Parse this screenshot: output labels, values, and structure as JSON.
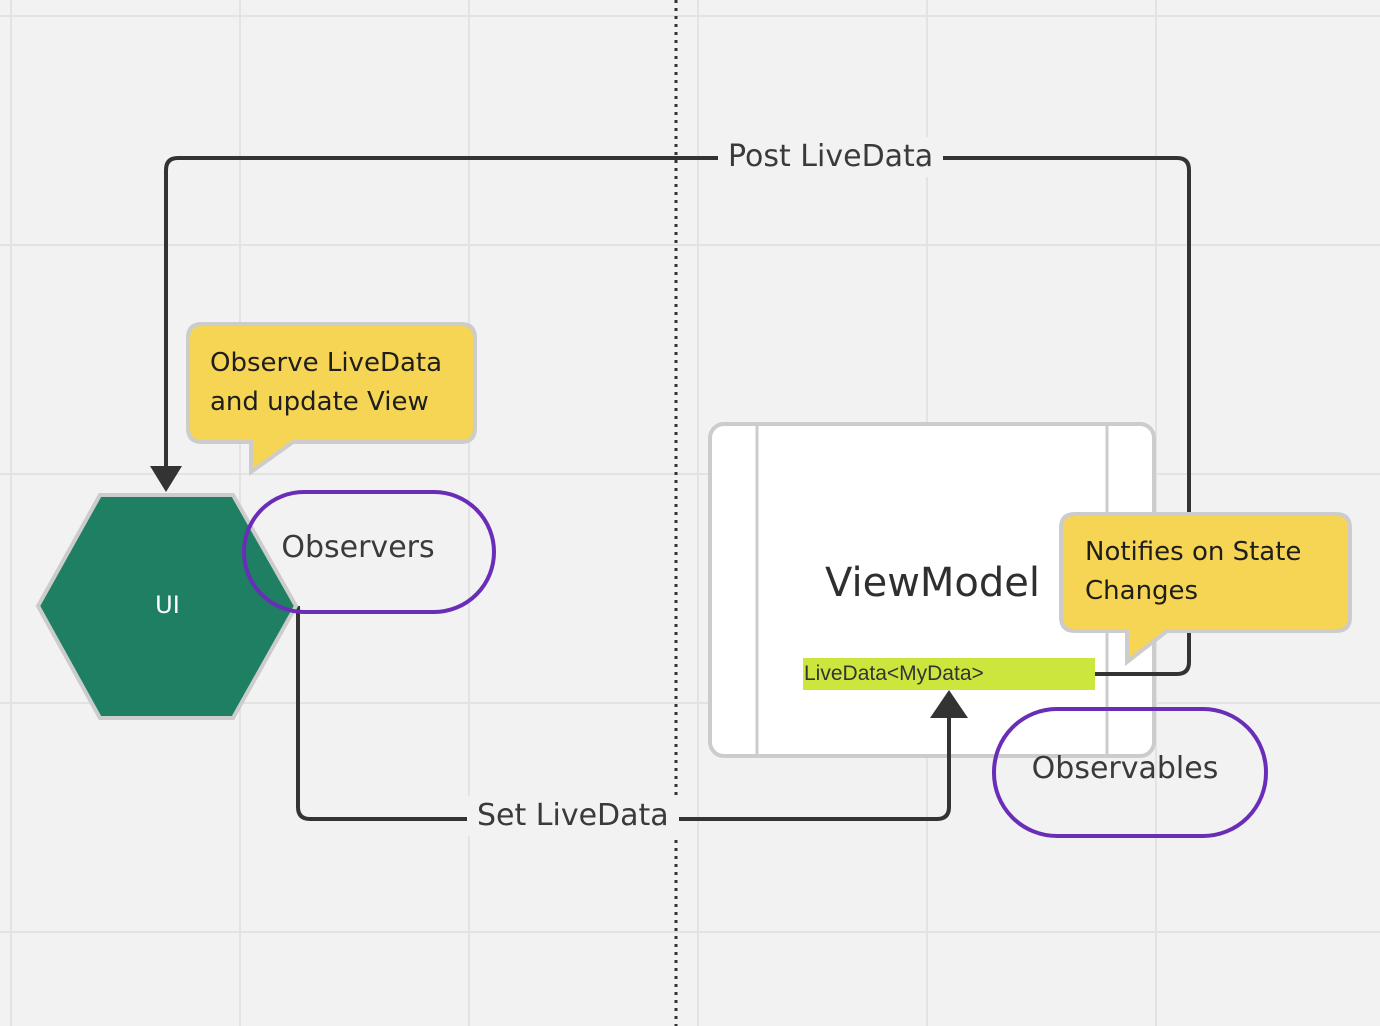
{
  "diagram": {
    "nodes": {
      "ui": {
        "label": "UI"
      },
      "observers": {
        "label": "Observers"
      },
      "viewmodel": {
        "label": "ViewModel"
      },
      "livedata_field": {
        "label": "LiveData<MyData>"
      },
      "observables": {
        "label": "Observables"
      }
    },
    "notes": {
      "observe": {
        "text": "Observe LiveData and update View"
      },
      "notifies": {
        "text": "Notifies on State Changes"
      }
    },
    "edges": {
      "post": {
        "label": "Post LiveData"
      },
      "set": {
        "label": "Set LiveData"
      }
    }
  },
  "colors": {
    "hexagon_fill": "#1e7f63",
    "pill_stroke": "#6a2db8",
    "note_fill": "#f6d454",
    "livedata_highlight": "#cde63d",
    "connector": "#333333"
  }
}
